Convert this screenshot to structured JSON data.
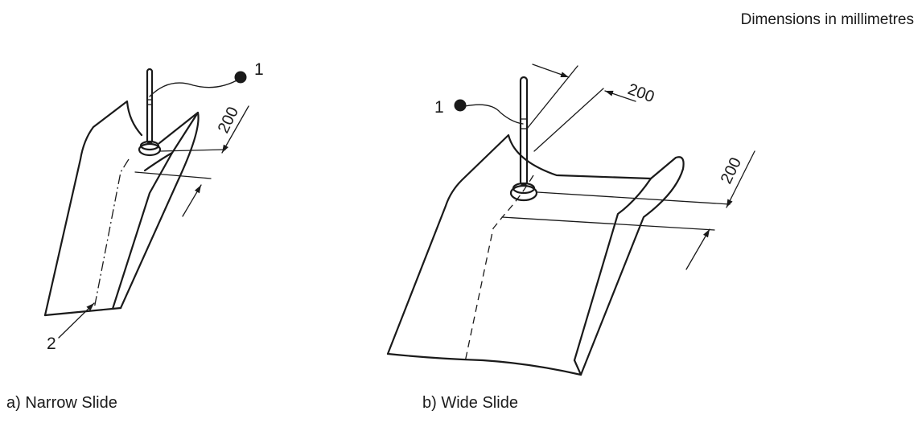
{
  "header": {
    "note": "Dimensions in millimetres"
  },
  "figure_a": {
    "caption": "a) Narrow Slide",
    "dimension": "200",
    "key_1": "1",
    "key_2": "2"
  },
  "figure_b": {
    "caption": "b) Wide Slide",
    "dimension_top": "200",
    "dimension_side": "200",
    "key_1": "1"
  }
}
